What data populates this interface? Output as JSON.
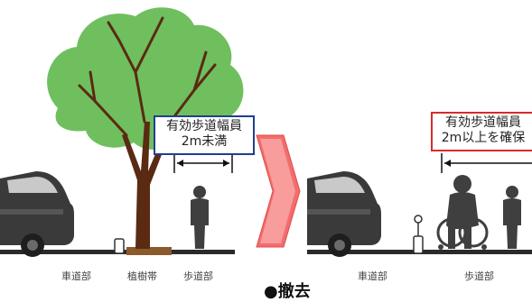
{
  "before": {
    "callout_line1": "有効歩道幅員",
    "callout_line2": "2m未満",
    "labels": {
      "roadway": "車道部",
      "planting": "植樹帯",
      "sidewalk": "歩道部"
    },
    "callout_border_color": "#1f3f8f"
  },
  "after": {
    "callout_line1": "有効歩道幅員",
    "callout_line2": "2m以上を確保",
    "labels": {
      "roadway": "車道部",
      "sidewalk": "歩道部"
    },
    "callout_border_color": "#d62b2b"
  },
  "caption": "●撤去",
  "colors": {
    "foliage": "#6fbf5f",
    "trunk": "#5a2a12",
    "planting_strip": "#8a5a2b",
    "arrow": "#f26d6d",
    "silhouette": "#3f3f3f"
  }
}
